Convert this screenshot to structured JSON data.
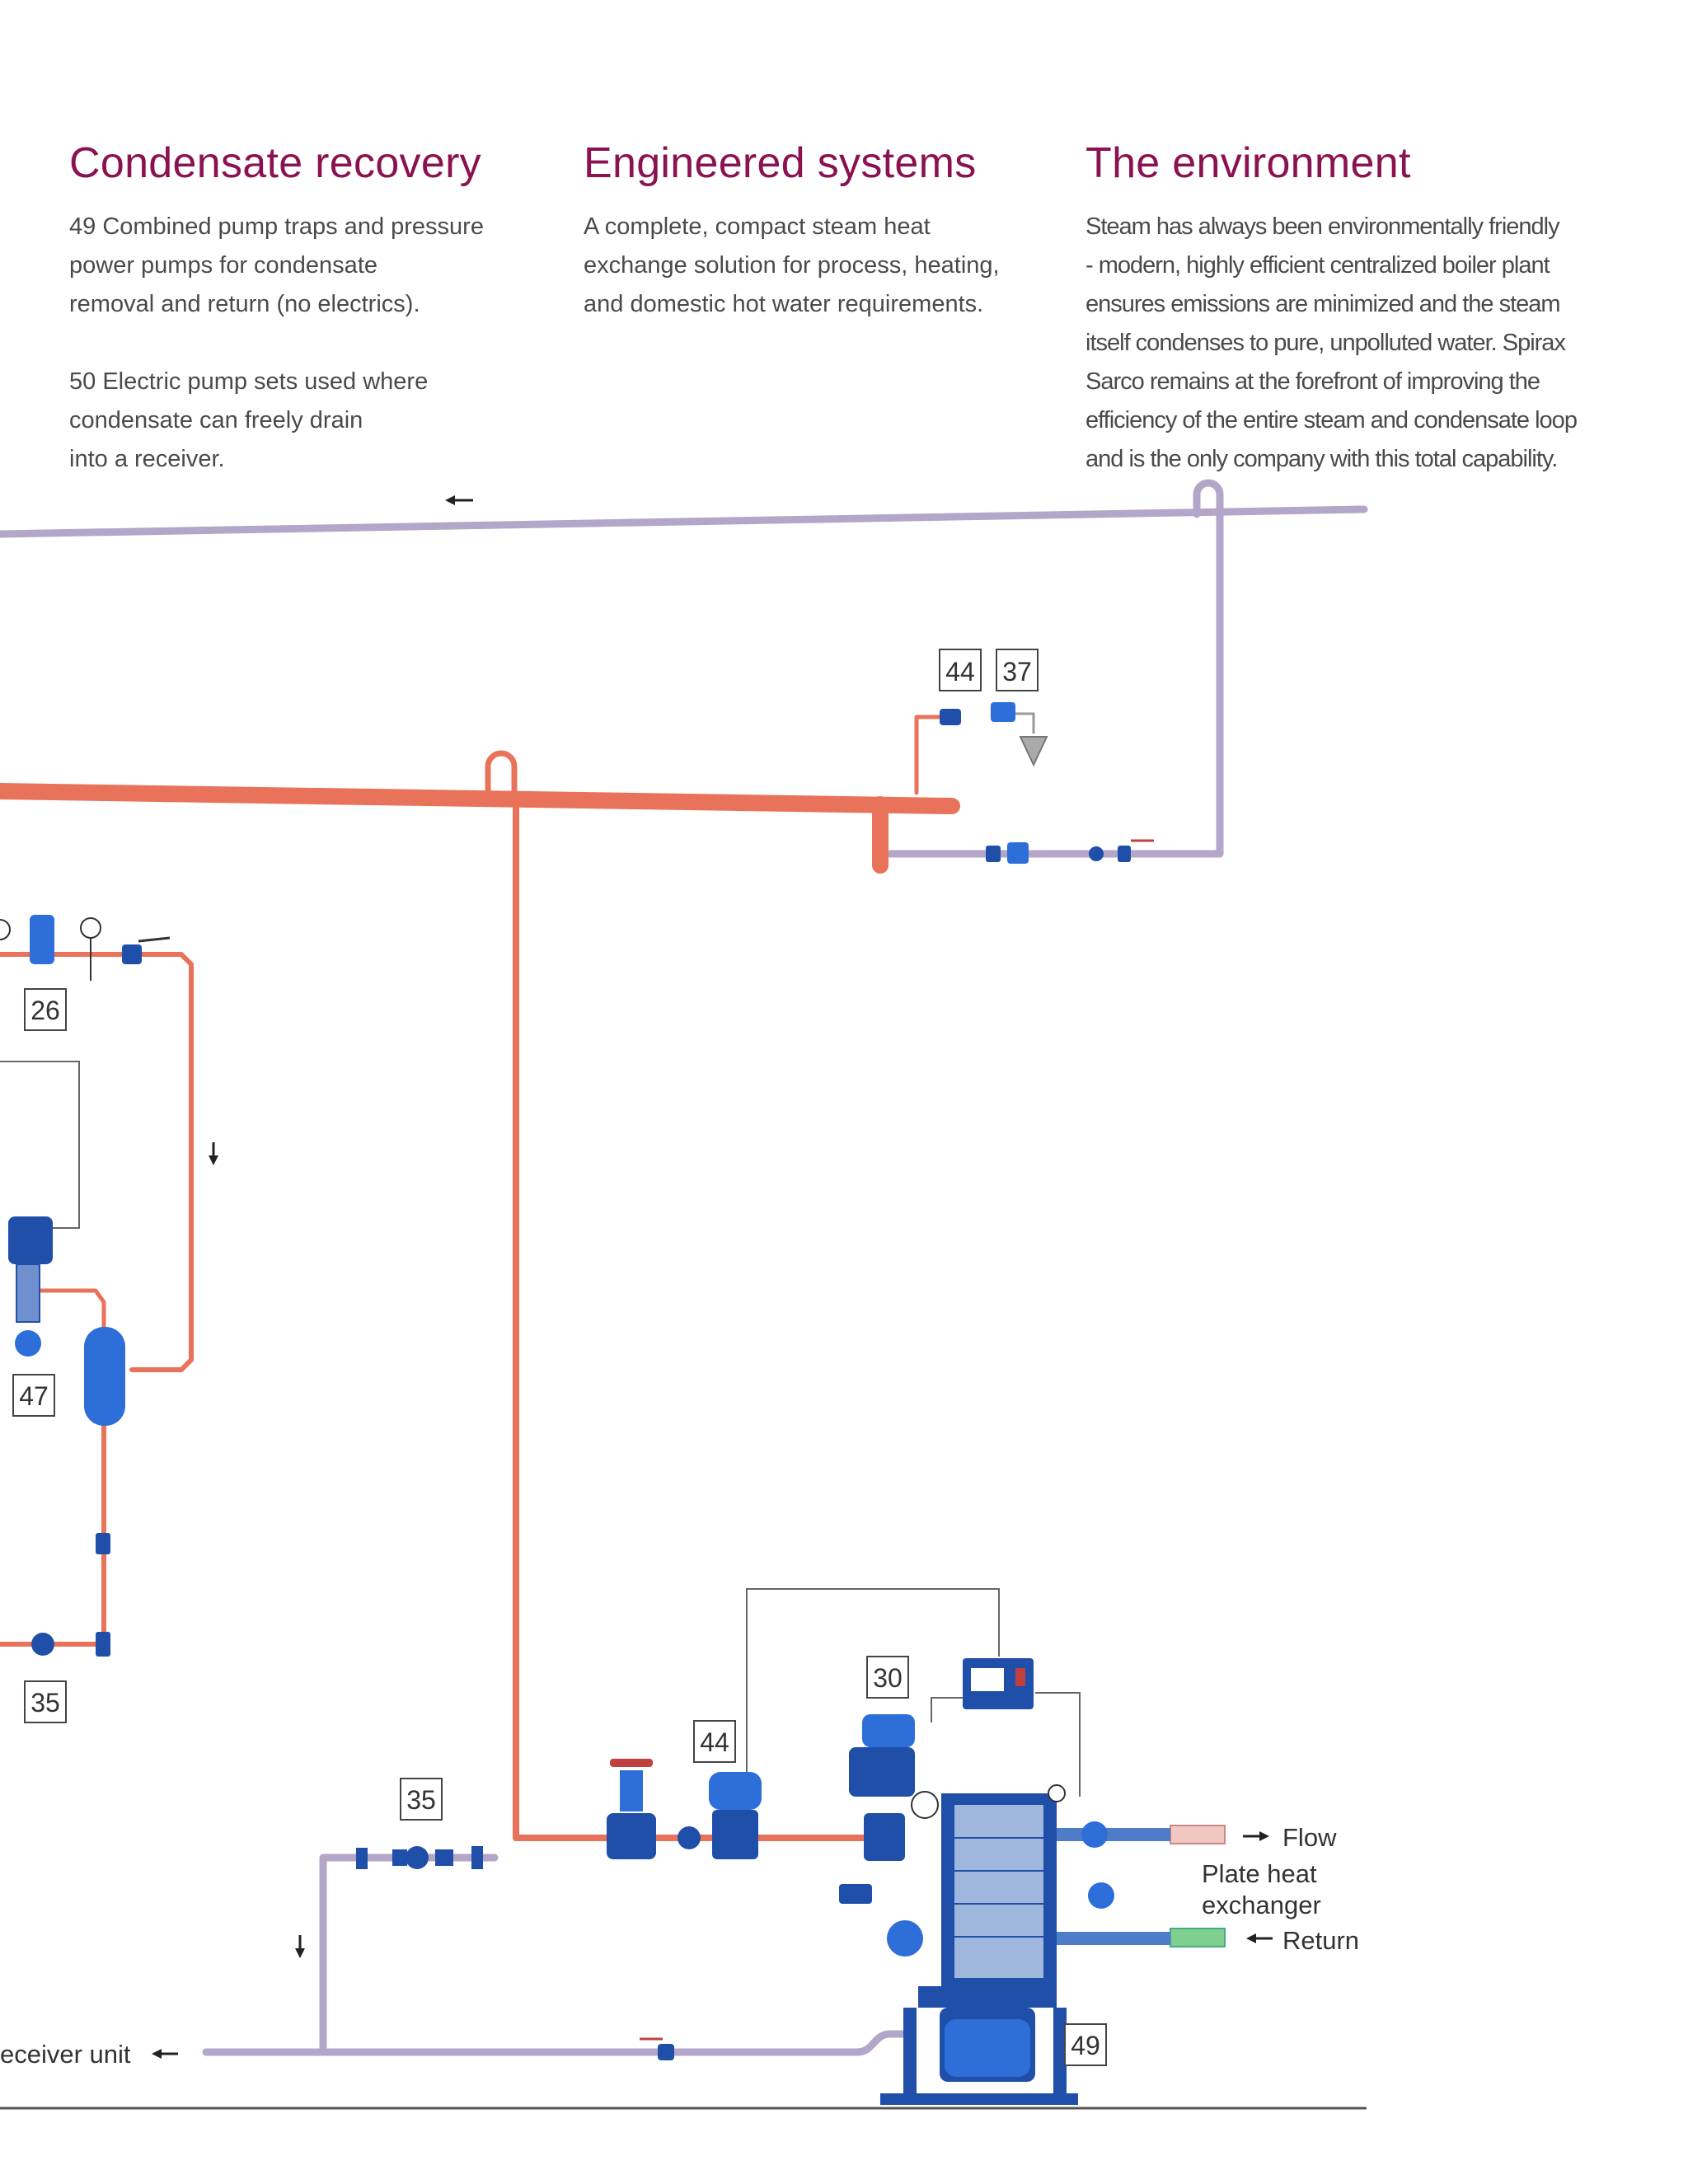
{
  "columns": [
    {
      "title": "Condensate recovery",
      "para1_lines": [
        "49 Combined pump traps and pressure",
        "power pumps for condensate",
        "removal and return (no electrics)."
      ],
      "para2_lines": [
        "50 Electric pump sets used where",
        "condensate can freely drain",
        "into a receiver."
      ]
    },
    {
      "title": "Engineered systems",
      "para1_lines": [
        "A complete, compact steam heat",
        "exchange solution for process, heating,",
        "and domestic hot water requirements."
      ]
    },
    {
      "title": "The environment",
      "para1_lines": [
        "Steam has always been environmentally friendly",
        "- modern, highly efficient centralized boiler plant",
        "ensures emissions are minimized and the steam",
        "itself condenses to pure, unpolluted water. Spirax",
        "Sarco remains at the forefront of improving the",
        "efficiency of the entire  steam and condensate loop",
        "and is the only company with this total capability."
      ]
    }
  ],
  "diagram": {
    "tags": {
      "t44a": "44",
      "t37": "37",
      "t26": "26",
      "t47": "47",
      "t35a": "35",
      "t35b": "35",
      "t44b": "44",
      "t30": "30",
      "t49": "49"
    },
    "labels": {
      "flow": "Flow",
      "plate_line1": "Plate heat",
      "plate_line2": "exchanger",
      "return": "Return",
      "receiver": "eceiver unit"
    },
    "colors": {
      "steam_pipe": "#e8735a",
      "condensate_pipe": "#b3a6c9",
      "equipment_blue": "#1f4fa8",
      "return_pipe": "#7fcf8f",
      "heading": "#8b1250"
    }
  }
}
